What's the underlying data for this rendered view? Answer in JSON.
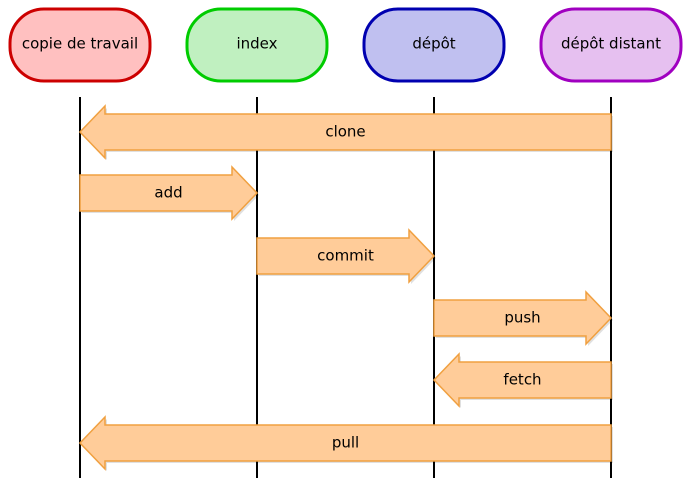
{
  "diagram": {
    "lanes": [
      {
        "id": "working-copy",
        "label": "copie de travail",
        "fill": "#ffc0c0",
        "stroke": "#cc0000"
      },
      {
        "id": "index",
        "label": "index",
        "fill": "#c0f0c0",
        "stroke": "#00cc00"
      },
      {
        "id": "repository",
        "label": "dépôt",
        "fill": "#c0c0f0",
        "stroke": "#0000b0"
      },
      {
        "id": "remote-repository",
        "label": "dépôt distant",
        "fill": "#e6c0f0",
        "stroke": "#a000c0"
      }
    ],
    "commands": [
      {
        "label": "clone",
        "from": 3,
        "to": 0
      },
      {
        "label": "add",
        "from": 0,
        "to": 1
      },
      {
        "label": "commit",
        "from": 1,
        "to": 2
      },
      {
        "label": "push",
        "from": 2,
        "to": 3
      },
      {
        "label": "fetch",
        "from": 3,
        "to": 2
      },
      {
        "label": "pull",
        "from": 3,
        "to": 0
      }
    ],
    "colors": {
      "arrow_fill": "#ffcc99",
      "arrow_stroke": "#f0a040",
      "lifeline": "#000000"
    }
  }
}
